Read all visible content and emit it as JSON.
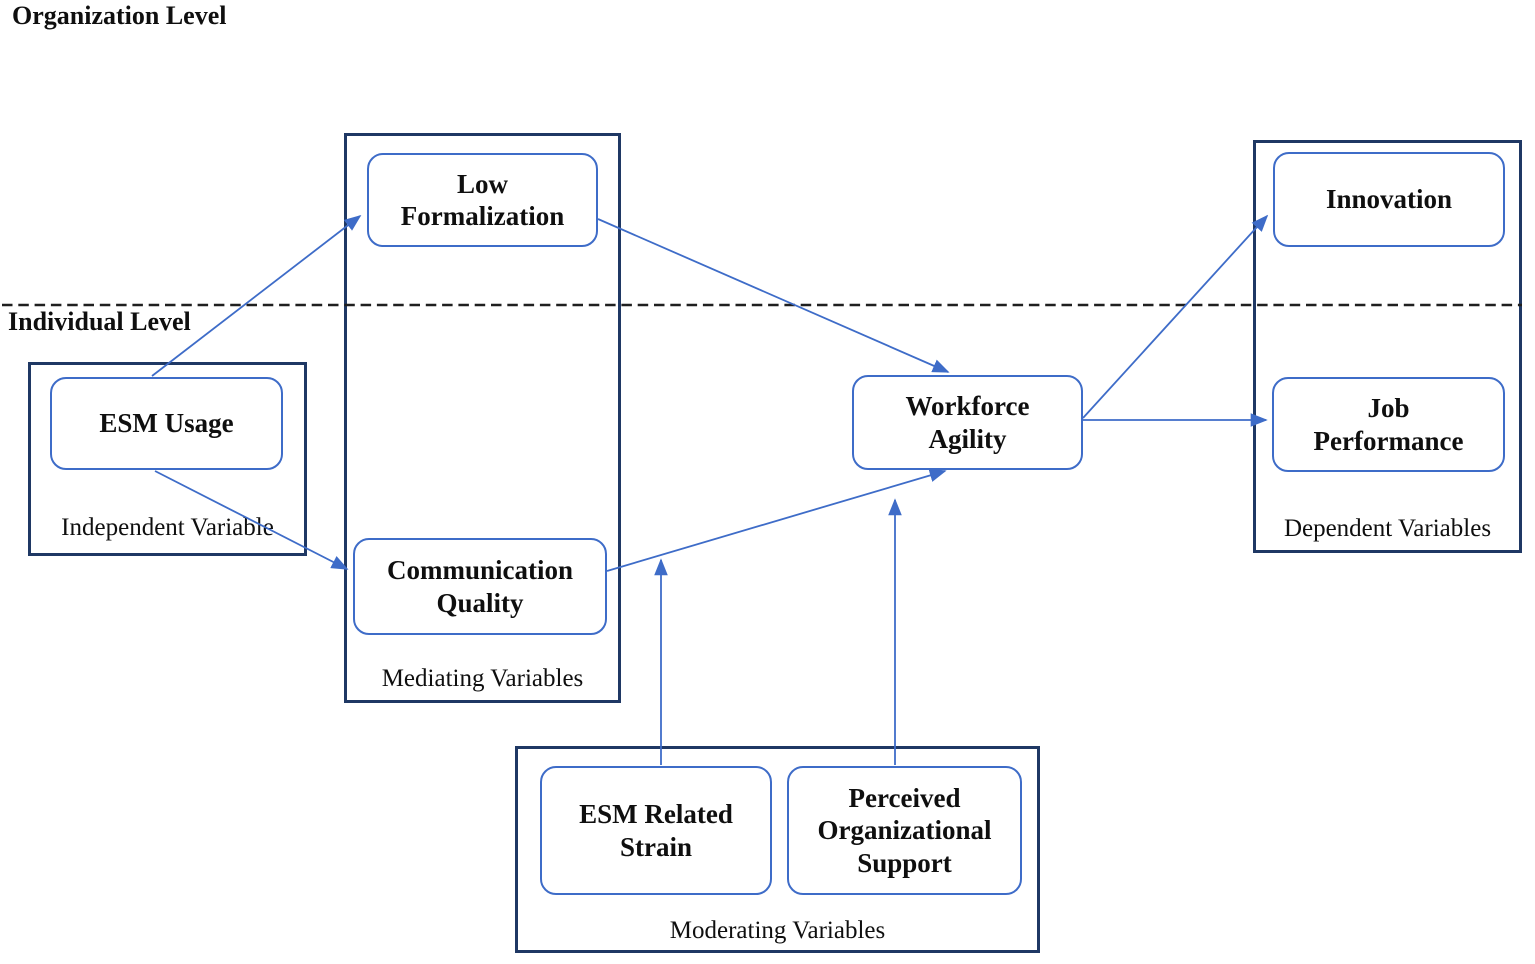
{
  "labels": {
    "organization_level": "Organization Level",
    "individual_level": "Individual Level"
  },
  "groups": {
    "independent": "Independent Variable",
    "mediating": "Mediating Variables",
    "dependent": "Dependent Variables",
    "moderating": "Moderating Variables"
  },
  "nodes": {
    "esm_usage": "ESM Usage",
    "low_formalization": "Low\nFormalization",
    "communication_quality": "Communication\nQuality",
    "workforce_agility": "Workforce\nAgility",
    "innovation": "Innovation",
    "job_performance": "Job\nPerformance",
    "esm_related_strain": "ESM Related\nStrain",
    "perceived_organizational_support": "Perceived\nOrganizational\nSupport"
  },
  "edges": [
    {
      "from": "ESM Usage",
      "to": "Low Formalization",
      "role": "direct"
    },
    {
      "from": "ESM Usage",
      "to": "Communication Quality",
      "role": "direct"
    },
    {
      "from": "Low Formalization",
      "to": "Workforce Agility",
      "role": "direct"
    },
    {
      "from": "Communication Quality",
      "to": "Workforce Agility",
      "role": "direct"
    },
    {
      "from": "Workforce Agility",
      "to": "Innovation",
      "role": "direct"
    },
    {
      "from": "Workforce Agility",
      "to": "Job Performance",
      "role": "direct"
    },
    {
      "from": "ESM Related Strain",
      "to": "Communication Quality - Workforce Agility link",
      "role": "moderator"
    },
    {
      "from": "Perceived Organizational Support",
      "to": "Communication Quality - Workforce Agility link",
      "role": "moderator"
    }
  ],
  "colors": {
    "container_border": "#1f3864",
    "node_border": "#3e6cc8",
    "arrow": "#3e6cc8",
    "dashed_line": "#1f1f1f",
    "text": "#0f0f0f",
    "background": "#ffffff"
  }
}
